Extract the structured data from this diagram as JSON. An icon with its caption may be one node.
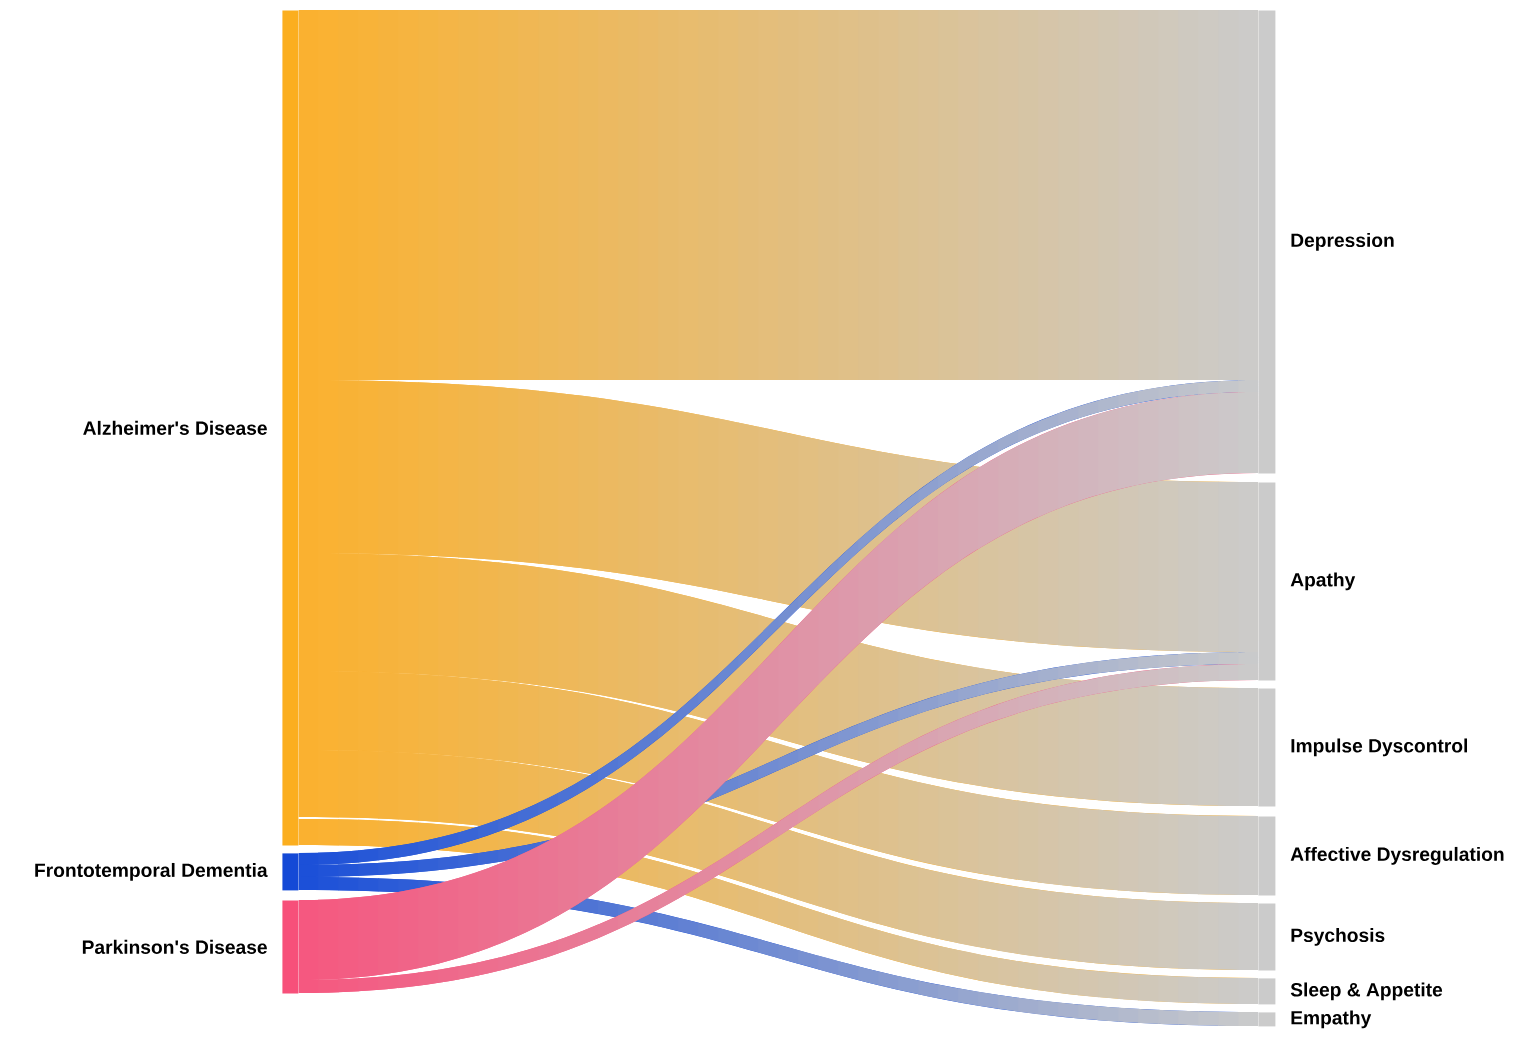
{
  "diagram": {
    "nodes": [
      {
        "text": [
          "Alzheimer's Disease"
        ]
      },
      {
        "text": [
          "Frontotemporal Dementia"
        ]
      },
      {
        "text": [
          "Parkinson's Disease"
        ]
      },
      {
        "text": [
          "Depression"
        ]
      },
      {
        "text": [
          "Apathy"
        ]
      },
      {
        "text": [
          "Impulse Dyscontrol"
        ]
      },
      {
        "text": [
          "Affective Dysregulation"
        ]
      },
      {
        "text": [
          "Psychosis"
        ]
      },
      {
        "text": [
          "Sleep & Appetite"
        ]
      },
      {
        "text": [
          "Empathy"
        ]
      }
    ],
    "edges": [
      {
        "from": 0,
        "to": 3,
        "arrow": "none"
      },
      {
        "from": 0,
        "to": 4,
        "arrow": "none"
      },
      {
        "from": 0,
        "to": 5,
        "arrow": "none"
      },
      {
        "from": 0,
        "to": 6,
        "arrow": "none"
      },
      {
        "from": 0,
        "to": 7,
        "arrow": "none"
      },
      {
        "from": 0,
        "to": 8,
        "arrow": "none"
      },
      {
        "from": 1,
        "to": 3,
        "arrow": "none",
        "color": "#1a4fd8"
      },
      {
        "from": 1,
        "to": 4,
        "arrow": "none",
        "color": "#1a4fd8"
      },
      {
        "from": 1,
        "to": 9,
        "arrow": "none",
        "color": "#1a4fd8"
      },
      {
        "from": 2,
        "to": 3,
        "arrow": "none",
        "color": "#f5577f"
      },
      {
        "from": 2,
        "to": 4,
        "arrow": "none",
        "color": "#f5577f"
      }
    ]
  }
}
